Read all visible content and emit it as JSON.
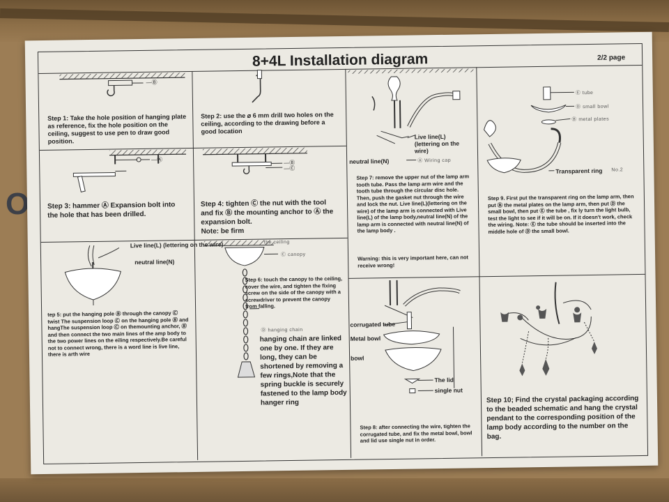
{
  "background": {
    "box_print": "Op"
  },
  "sheet": {
    "title": "8+4L  Installation diagram",
    "page": "2/2 page",
    "steps": {
      "s1": "Step 1:  Take the hole position of hanging plate as reference, fix the hole position on the ceiling, suggest to use pen to draw good position.",
      "s2": "Step 2: use the ⌀  6 mm drill two holes on the ceiling, according to the drawing before a good location",
      "s3": "Step 3: hammer  Ⓐ    Expansion bolt into the hole that has been drilled.",
      "s4": "Step 4: tighten  Ⓒ  the nut with the tool and fix  Ⓑ  the mounting anchor to  Ⓐ  the expansion bolt.",
      "s4_note": "Note: be firm",
      "s5": "tep 5: put the hanging pole  Ⓑ through the canopy  Ⓒ twist The suspension loop  Ⓒ on the hanging pole  Ⓑ and hangThe suspension loop  Ⓒ on themounting anchor,   Ⓑ and then connect the two main lines of the amp body to the two power lines on the eiling respectively.Be careful not to connect wrong, there is a word line is live line, there is arth wire",
      "s6": "Step 6: touch the canopy to the ceiling, cover the wire, and tighten the fixing screw on the side of the canopy with a screwdriver to prevent the canopy from falling.",
      "s6_chain": "hanging chain are linked one by one. If they are long, they can be shortened by removing a few rings,Note that the spring buckle is securely fastened to the lamp body hanger ring",
      "s7": "Step 7: remove the upper nut of the lamp arm tooth tube. Pass the lamp arm wire and the tooth tube through the circular disc hole. Then, push the gasket nut through the wire and lock the nut. Live line(L)(lettering on the wire) of the lamp arm is connected with Live line(L) of the lamp body,neutral line(N) of the lamp arm is connected with neutral line(N) of the lamp body .",
      "s7_warn": "Warning: this is very important here, can not receive wrong!",
      "s8": "Step 8: after connecting the wire, tighten the corrugated tube, and fix the metal bowl, bowl and lid use single nut in order.",
      "s9": "Step 9. First put the transparent ring on the lamp arm, then put  Ⓑ  the metal plates on the lamp arm, then put  Ⓓ  the small bowl, then put  Ⓔ  the tube , fix  ly turn the light bulb, test the light to see if it will be on. If it doesn't work, check the wiring. Note:  Ⓔ  the tube should be inserted into the middle hole of  Ⓓ  the small bowl.",
      "s10": "Step 10; Find the crystal packaging according to the beaded schematic and hang the crystal pendant to the corresponding position of the lamp body according to the number on the bag."
    },
    "labels": {
      "b_mark": "—Ⓑ",
      "a_mark": "—Ⓐ",
      "c_mark": "—Ⓒ",
      "live_line_5": "Live line(L) (lettering on the wire)",
      "neutral_5": "neutral line(N)",
      "the_ceiling": "the ceiling",
      "canopy": "Ⓒ  canopy",
      "hanging_chain": "Ⓓ  hanging chain",
      "live_line_7": "Live line(L) (lettering on the wire)",
      "neutral_7": "neutral line(N)",
      "wiring_cap": "Ⓐ  Wiring cap",
      "tube": "Ⓔ  tube",
      "small_bowl": "Ⓓ  small bowl",
      "metal_plates": "Ⓑ metal plates",
      "transparent_ring": "Transparent ring",
      "ring_no": "No.2",
      "corrugated_tube": "corrugated tube",
      "metal_bowl": "Metal bowl",
      "bowl": "bowl",
      "the_lid": "The lid",
      "single_nut": "single nut"
    }
  }
}
